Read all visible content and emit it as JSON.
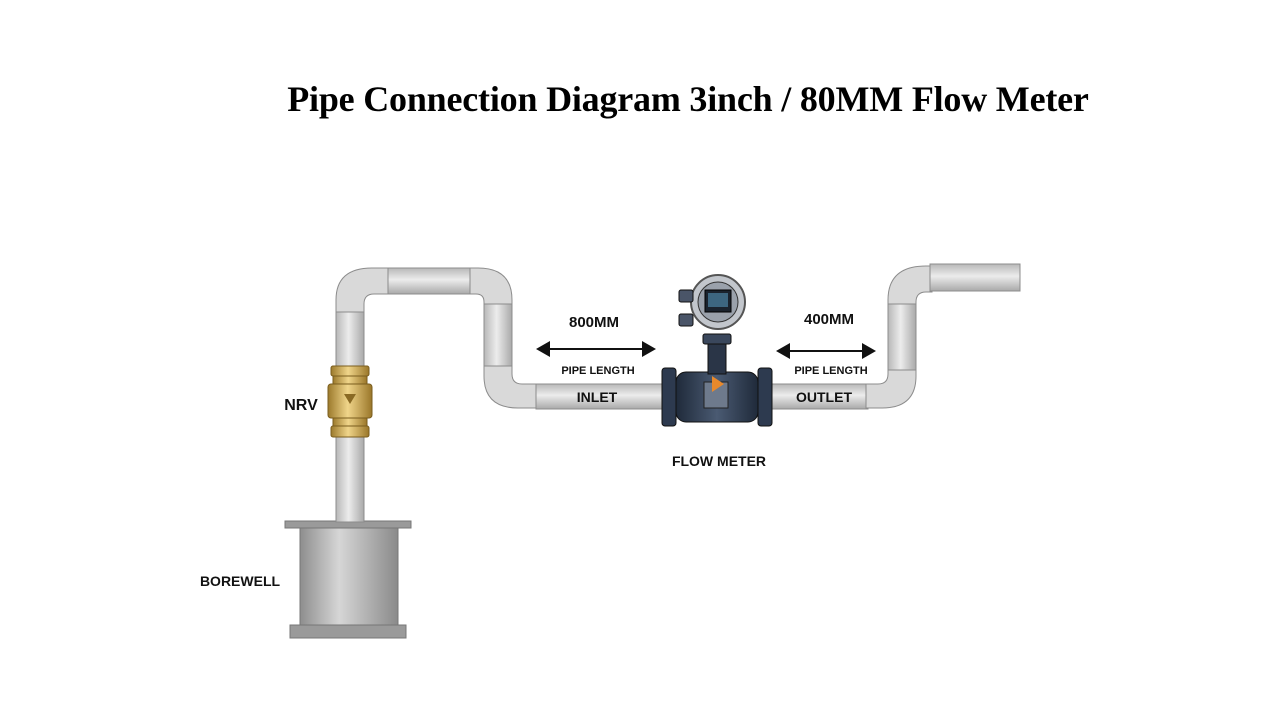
{
  "title": "Pipe Connection Diagram 3inch / 80MM Flow Meter",
  "labels": {
    "nrv": "NRV",
    "borewell": "BOREWELL",
    "inlet": "INLET",
    "outlet": "OUTLET",
    "flow_meter": "FLOW METER",
    "inlet_length": "800MM",
    "outlet_length": "400MM",
    "pipe_length_inlet": "PIPE LENGTH",
    "pipe_length_outlet": "PIPE LENGTH"
  },
  "colors": {
    "pipe_fill": "#d4d4d4",
    "pipe_stroke": "#8c8c8c",
    "valve_brass": "#c9a14a",
    "meter_body": "#2f3d52",
    "tank": "#a8a8a8"
  }
}
